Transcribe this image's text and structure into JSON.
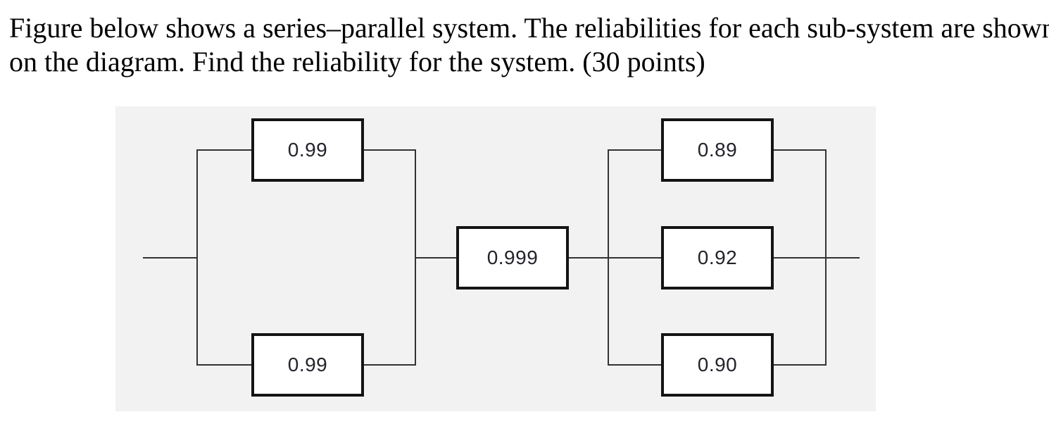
{
  "title": {
    "line1": "Figure below shows a series–parallel system. The reliabilities for each sub-system are shown",
    "line2": "on the diagram. Find the reliability for the system. (30 points)"
  },
  "diagram": {
    "type": "series-parallel reliability block diagram",
    "blocks": {
      "left_top": "0.99",
      "left_bottom": "0.99",
      "middle": "0.999",
      "right_top": "0.89",
      "right_middle": "0.92",
      "right_bottom": "0.90"
    },
    "groups": [
      {
        "name": "parallel-group-1",
        "block_values": [
          0.99,
          0.99
        ]
      },
      {
        "name": "series-block",
        "block_values": [
          0.999
        ]
      },
      {
        "name": "parallel-group-2",
        "block_values": [
          0.89,
          0.92,
          0.9
        ]
      }
    ],
    "colors": {
      "panel_bg": "#f2f2f2",
      "line": "#333333",
      "box_border": "#141414",
      "box_fill": "#ffffff",
      "label": "#23232b",
      "title_text": "#000000"
    }
  }
}
